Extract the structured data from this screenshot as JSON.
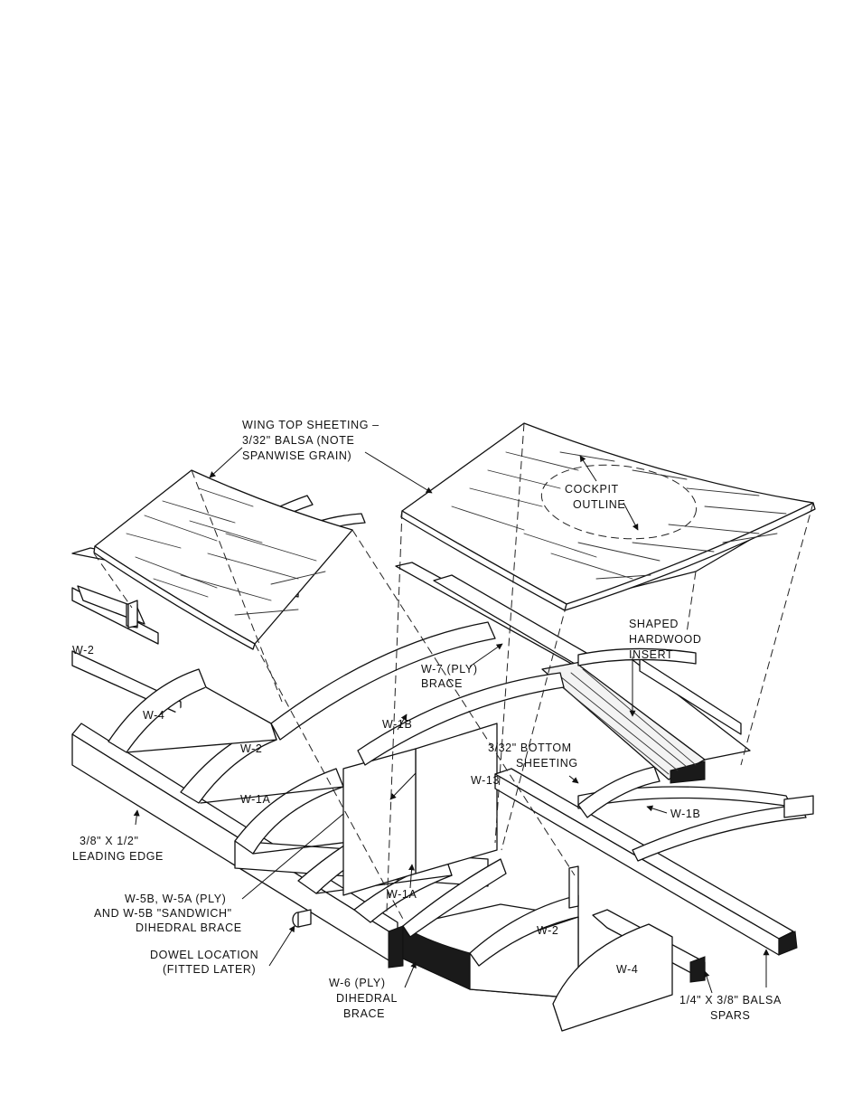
{
  "labels": {
    "wing_top_sheeting": [
      "WING TOP SHEETING –",
      "3/32\" BALSA (NOTE",
      "SPANWISE GRAIN)"
    ],
    "cockpit_outline": [
      "COCKPIT",
      "OUTLINE"
    ],
    "shaped_hardwood_insert": [
      "SHAPED",
      "HARDWOOD",
      "INSERT"
    ],
    "w7_brace": [
      "W-7 (PLY)",
      "BRACE"
    ],
    "w1b_center": "W-1B",
    "bottom_sheeting": [
      "3/32\" BOTTOM",
      "SHEETING"
    ],
    "w13": "W-13",
    "w1b_right": "W-1B",
    "w2_left": "W-2",
    "w4_left": "W-4",
    "w2_mid": "W-2",
    "w1a_left": "W-1A",
    "w1a_center": "W-1A",
    "w2_right": "W-2",
    "w4_right": "W-4",
    "leading_edge": [
      "3/8\" X 1/2\"",
      "LEADING EDGE"
    ],
    "sandwich_brace": [
      "W-5B, W-5A (PLY)",
      "AND W-5B \"SANDWICH\"",
      "DIHEDRAL BRACE"
    ],
    "dowel_location": [
      "DOWEL LOCATION",
      "(FITTED LATER)"
    ],
    "w6_brace": [
      "W-6 (PLY)",
      "DIHEDRAL",
      "BRACE"
    ],
    "balsa_spars": [
      "1/4\" X 3/8\" BALSA",
      "SPARS"
    ]
  }
}
